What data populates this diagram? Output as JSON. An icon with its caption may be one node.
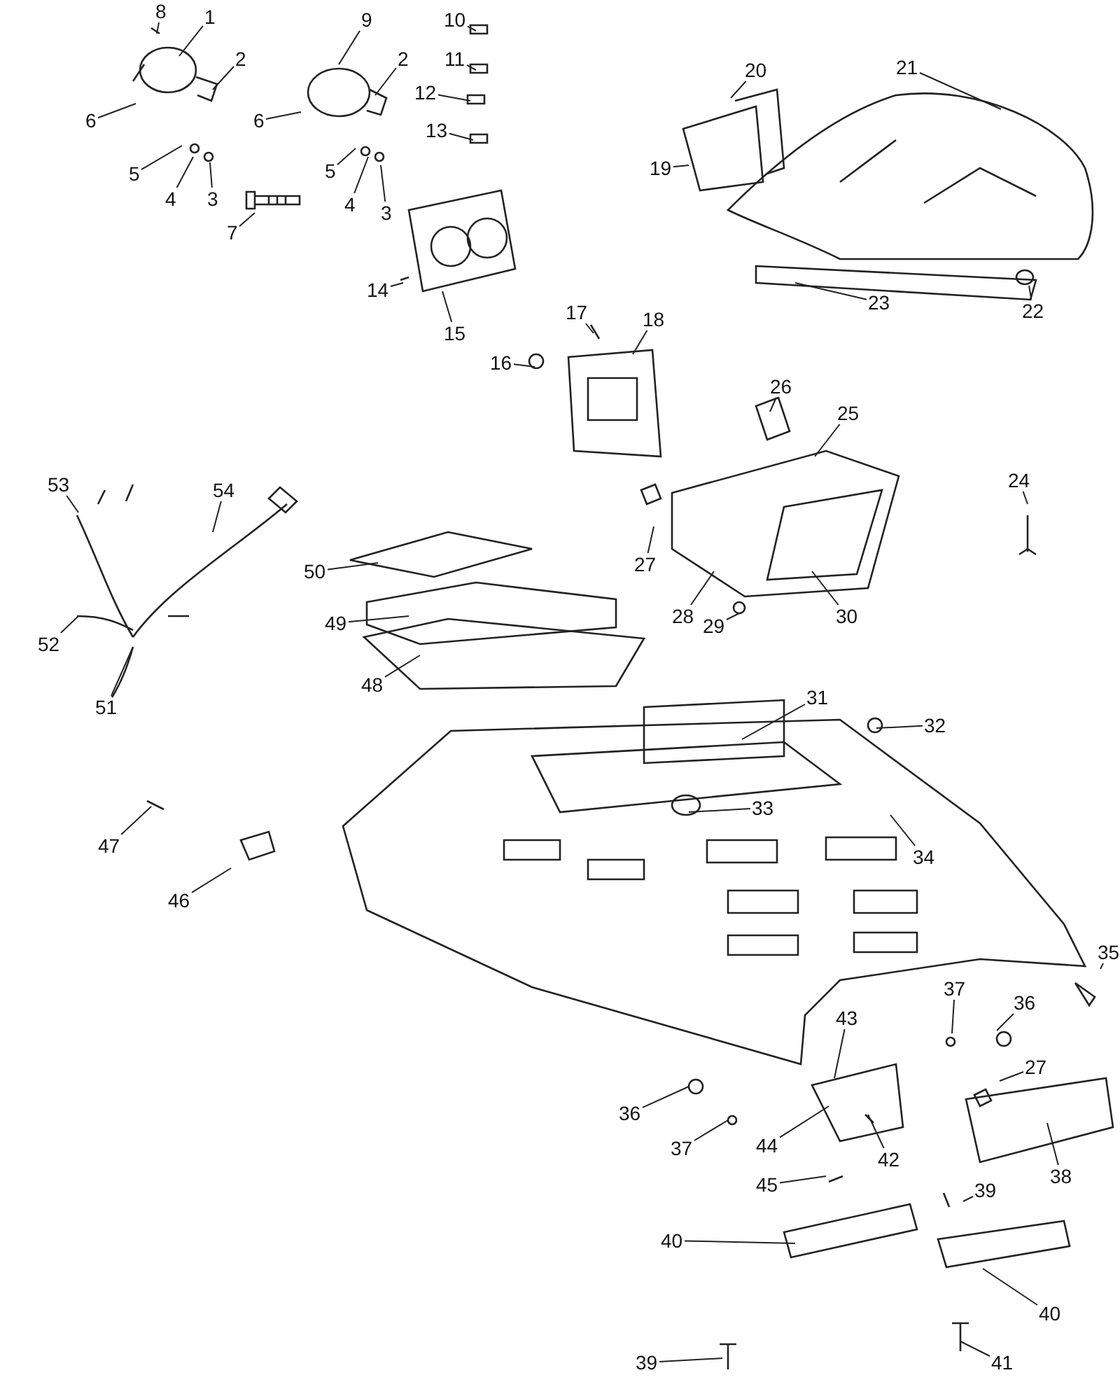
{
  "diagram": {
    "nodes": [
      {
        "text": [
          "8"
        ]
      },
      {
        "text": [
          "1"
        ]
      },
      {
        "text": [
          "2"
        ]
      },
      {
        "text": [
          "6"
        ]
      },
      {
        "text": [
          "5"
        ]
      },
      {
        "text": [
          "4"
        ]
      },
      {
        "text": [
          "3"
        ]
      },
      {
        "text": [
          "9"
        ]
      },
      {
        "text": [
          "2"
        ]
      },
      {
        "text": [
          "6"
        ]
      },
      {
        "text": [
          "5"
        ]
      },
      {
        "text": [
          "4"
        ]
      },
      {
        "text": [
          "3"
        ]
      },
      {
        "text": [
          "10"
        ]
      },
      {
        "text": [
          "11"
        ]
      },
      {
        "text": [
          "12"
        ]
      },
      {
        "text": [
          "13"
        ]
      },
      {
        "text": [
          "7"
        ]
      },
      {
        "text": [
          "14"
        ]
      },
      {
        "text": [
          "15"
        ]
      },
      {
        "text": [
          "20"
        ]
      },
      {
        "text": [
          "21"
        ]
      },
      {
        "text": [
          "19"
        ]
      },
      {
        "text": [
          "23"
        ]
      },
      {
        "text": [
          "22"
        ]
      },
      {
        "text": [
          "17"
        ]
      },
      {
        "text": [
          "18"
        ]
      },
      {
        "text": [
          "16"
        ]
      },
      {
        "text": [
          "26"
        ]
      },
      {
        "text": [
          "25"
        ]
      },
      {
        "text": [
          "53"
        ]
      },
      {
        "text": [
          "54"
        ]
      },
      {
        "text": [
          "24"
        ]
      },
      {
        "text": [
          "27"
        ]
      },
      {
        "text": [
          "50"
        ]
      },
      {
        "text": [
          "28"
        ]
      },
      {
        "text": [
          "29"
        ]
      },
      {
        "text": [
          "30"
        ]
      },
      {
        "text": [
          "49"
        ]
      },
      {
        "text": [
          "52"
        ]
      },
      {
        "text": [
          "48"
        ]
      },
      {
        "text": [
          "51"
        ]
      },
      {
        "text": [
          "31"
        ]
      },
      {
        "text": [
          "32"
        ]
      },
      {
        "text": [
          "33"
        ]
      },
      {
        "text": [
          "47"
        ]
      },
      {
        "text": [
          "34"
        ]
      },
      {
        "text": [
          "46"
        ]
      },
      {
        "text": [
          "35"
        ]
      },
      {
        "text": [
          "37"
        ]
      },
      {
        "text": [
          "36"
        ]
      },
      {
        "text": [
          "43"
        ]
      },
      {
        "text": [
          "27"
        ]
      },
      {
        "text": [
          "36"
        ]
      },
      {
        "text": [
          "37"
        ]
      },
      {
        "text": [
          "44"
        ]
      },
      {
        "text": [
          "42"
        ]
      },
      {
        "text": [
          "38"
        ]
      },
      {
        "text": [
          "45"
        ]
      },
      {
        "text": [
          "39"
        ]
      },
      {
        "text": [
          "40"
        ]
      },
      {
        "text": [
          "40"
        ]
      },
      {
        "text": [
          "39"
        ]
      },
      {
        "text": [
          "41"
        ]
      }
    ],
    "edges": [
      {
        "from": 0,
        "to": null,
        "arrow": "none"
      },
      {
        "from": 1,
        "to": null,
        "arrow": "none"
      },
      {
        "from": 2,
        "to": null,
        "arrow": "none"
      },
      {
        "from": 3,
        "to": null,
        "arrow": "none"
      },
      {
        "from": 4,
        "to": null,
        "arrow": "none"
      },
      {
        "from": 5,
        "to": null,
        "arrow": "none"
      },
      {
        "from": 6,
        "to": null,
        "arrow": "none"
      },
      {
        "from": 7,
        "to": null,
        "arrow": "none"
      },
      {
        "from": 8,
        "to": null,
        "arrow": "none"
      },
      {
        "from": 9,
        "to": null,
        "arrow": "none"
      },
      {
        "from": 10,
        "to": null,
        "arrow": "none"
      },
      {
        "from": 11,
        "to": null,
        "arrow": "none"
      },
      {
        "from": 12,
        "to": null,
        "arrow": "none"
      },
      {
        "from": 13,
        "to": null,
        "arrow": "none"
      },
      {
        "from": 14,
        "to": null,
        "arrow": "none"
      },
      {
        "from": 15,
        "to": null,
        "arrow": "none"
      },
      {
        "from": 16,
        "to": null,
        "arrow": "none"
      },
      {
        "from": 17,
        "to": null,
        "arrow": "none"
      },
      {
        "from": 18,
        "to": null,
        "arrow": "none"
      },
      {
        "from": 19,
        "to": null,
        "arrow": "none"
      },
      {
        "from": 20,
        "to": null,
        "arrow": "none"
      },
      {
        "from": 21,
        "to": null,
        "arrow": "none"
      },
      {
        "from": 22,
        "to": null,
        "arrow": "none"
      },
      {
        "from": 23,
        "to": null,
        "arrow": "none"
      },
      {
        "from": 24,
        "to": null,
        "arrow": "none"
      },
      {
        "from": 25,
        "to": null,
        "arrow": "none"
      },
      {
        "from": 26,
        "to": null,
        "arrow": "none"
      },
      {
        "from": 27,
        "to": null,
        "arrow": "none"
      },
      {
        "from": 28,
        "to": null,
        "arrow": "none"
      },
      {
        "from": 29,
        "to": null,
        "arrow": "none"
      },
      {
        "from": 30,
        "to": null,
        "arrow": "none"
      },
      {
        "from": 31,
        "to": null,
        "arrow": "none"
      },
      {
        "from": 32,
        "to": null,
        "arrow": "none"
      },
      {
        "from": 33,
        "to": null,
        "arrow": "none"
      },
      {
        "from": 34,
        "to": null,
        "arrow": "none"
      },
      {
        "from": 35,
        "to": null,
        "arrow": "none"
      },
      {
        "from": 36,
        "to": null,
        "arrow": "none"
      },
      {
        "from": 37,
        "to": null,
        "arrow": "none"
      },
      {
        "from": 38,
        "to": null,
        "arrow": "none"
      },
      {
        "from": 39,
        "to": null,
        "arrow": "none"
      },
      {
        "from": 40,
        "to": null,
        "arrow": "none"
      },
      {
        "from": 41,
        "to": null,
        "arrow": "none"
      },
      {
        "from": 42,
        "to": null,
        "arrow": "none"
      },
      {
        "from": 43,
        "to": null,
        "arrow": "none"
      },
      {
        "from": 44,
        "to": null,
        "arrow": "none"
      },
      {
        "from": 45,
        "to": null,
        "arrow": "none"
      },
      {
        "from": 46,
        "to": null,
        "arrow": "none"
      },
      {
        "from": 47,
        "to": null,
        "arrow": "none"
      },
      {
        "from": 48,
        "to": null,
        "arrow": "none"
      },
      {
        "from": 49,
        "to": null,
        "arrow": "none"
      },
      {
        "from": 50,
        "to": null,
        "arrow": "none"
      },
      {
        "from": 51,
        "to": null,
        "arrow": "none"
      },
      {
        "from": 52,
        "to": null,
        "arrow": "none"
      },
      {
        "from": 53,
        "to": null,
        "arrow": "none"
      },
      {
        "from": 54,
        "to": null,
        "arrow": "none"
      },
      {
        "from": 55,
        "to": null,
        "arrow": "none"
      },
      {
        "from": 56,
        "to": null,
        "arrow": "none"
      },
      {
        "from": 57,
        "to": null,
        "arrow": "none"
      },
      {
        "from": 58,
        "to": null,
        "arrow": "none"
      },
      {
        "from": 59,
        "to": null,
        "arrow": "none"
      },
      {
        "from": 60,
        "to": null,
        "arrow": "none"
      },
      {
        "from": 61,
        "to": null,
        "arrow": "none"
      },
      {
        "from": 62,
        "to": null,
        "arrow": "none"
      },
      {
        "from": 63,
        "to": null,
        "arrow": "none"
      }
    ]
  }
}
